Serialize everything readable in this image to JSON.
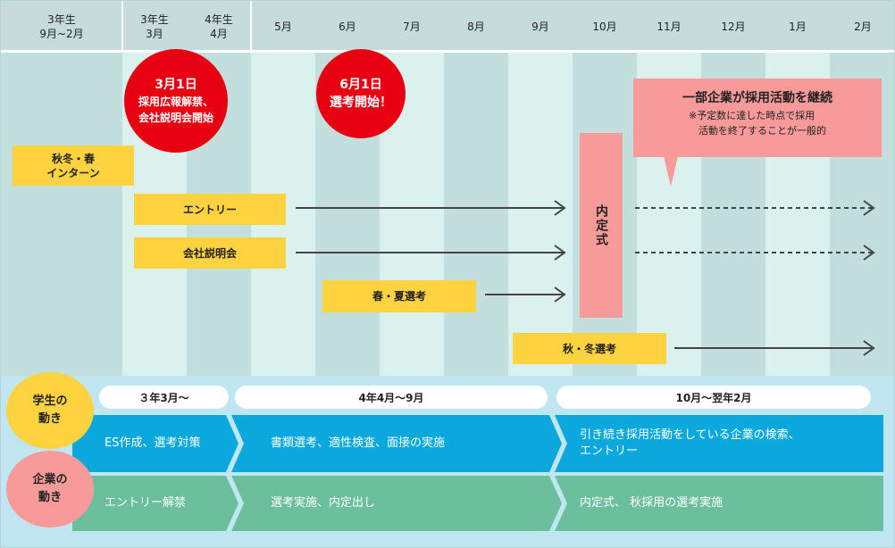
{
  "header": {
    "columns": [
      {
        "label": "3年生\n9月~2月"
      },
      {
        "label": "3年生\n3月"
      },
      {
        "label": "4年生\n4月"
      },
      {
        "label": "5月"
      },
      {
        "label": "6月"
      },
      {
        "label": "7月"
      },
      {
        "label": "8月"
      },
      {
        "label": "9月"
      },
      {
        "label": "10月"
      },
      {
        "label": "11月"
      },
      {
        "label": "12月"
      },
      {
        "label": "1月"
      },
      {
        "label": "2月"
      }
    ]
  },
  "announcements": {
    "march": {
      "title": "3月1日",
      "body": "採用広報解禁、\n会社説明会開始"
    },
    "june": {
      "title": "6月1日",
      "body": "選考開始！"
    }
  },
  "activities": {
    "internship": "秋冬・春\nインターン",
    "entry": "エントリー",
    "briefing": "会社説明会",
    "spring_summer_selection": "春・夏選考",
    "autumn_winter_selection": "秋・冬選考",
    "naitei": "内定式"
  },
  "callout": {
    "title": "一部企業が採用活動を継続",
    "note": "※予定数に達した時点で採用\n　活動を終了することが一般的"
  },
  "periods": {
    "p1": "３年3月〜",
    "p2": "4年4月〜9月",
    "p3": "10月〜翌年2月"
  },
  "student": {
    "badge": "学生の\n動き",
    "p1": "ES作成、選考対策",
    "p2": "書類選考、適性検査、面接の実施",
    "p3": "引き続き採用活動をしている企業の検索、\nエントリー"
  },
  "company": {
    "badge": "企業の\n動き",
    "p1": "エントリー解禁",
    "p2": "選考実施、内定出し",
    "p3": "内定式、 秋採用の選考実施"
  },
  "colors": {
    "red": "#e60012",
    "yellow": "#ffd33f",
    "pink": "#f8999a",
    "student_band": "#0aa8dc",
    "company_band": "#6cbf9d"
  }
}
